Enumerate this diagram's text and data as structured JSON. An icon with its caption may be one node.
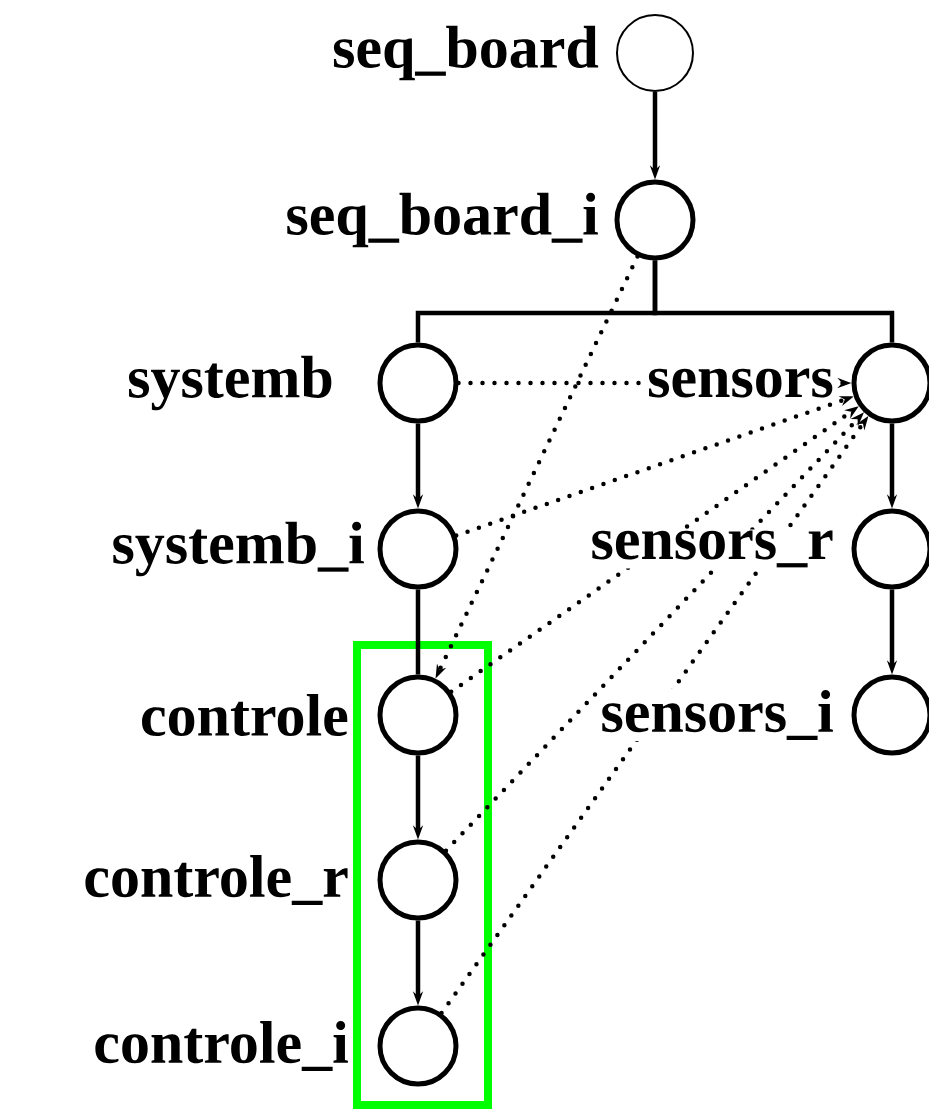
{
  "diagram": {
    "nodes": [
      {
        "text": [
          "seq_board"
        ]
      },
      {
        "text": [
          "seq_board_i"
        ]
      },
      {
        "text": [
          "systemb"
        ]
      },
      {
        "text": [
          "sensors"
        ]
      },
      {
        "text": [
          "systemb_i"
        ]
      },
      {
        "text": [
          "sensors_r"
        ]
      },
      {
        "text": [
          "controle"
        ]
      },
      {
        "text": [
          "sensors_i"
        ]
      },
      {
        "text": [
          "controle_r"
        ]
      },
      {
        "text": [
          "controle_i"
        ]
      }
    ],
    "edges": [
      {
        "from": 0,
        "to": 1,
        "arrow": "to"
      },
      {
        "from": 1,
        "to": 2,
        "arrow": "none"
      },
      {
        "from": 1,
        "to": 3,
        "arrow": "none"
      },
      {
        "from": 2,
        "to": 4,
        "arrow": "to"
      },
      {
        "from": 3,
        "to": 5,
        "arrow": "to"
      },
      {
        "from": 4,
        "to": 6,
        "arrow": "none"
      },
      {
        "from": 5,
        "to": 7,
        "arrow": "to"
      },
      {
        "from": 6,
        "to": 8,
        "arrow": "to"
      },
      {
        "from": 8,
        "to": 9,
        "arrow": "to"
      },
      {
        "from": 2,
        "to": 3,
        "arrow": "to",
        "style": "dashed"
      },
      {
        "from": 4,
        "to": 3,
        "arrow": "to",
        "style": "dashed"
      },
      {
        "from": 6,
        "to": 3,
        "arrow": "to",
        "style": "dashed"
      },
      {
        "from": 8,
        "to": 3,
        "arrow": "to",
        "style": "dashed"
      },
      {
        "from": 9,
        "to": 3,
        "arrow": "to",
        "style": "dashed"
      },
      {
        "from": 1,
        "to": 6,
        "arrow": "to",
        "style": "dashed"
      }
    ]
  }
}
